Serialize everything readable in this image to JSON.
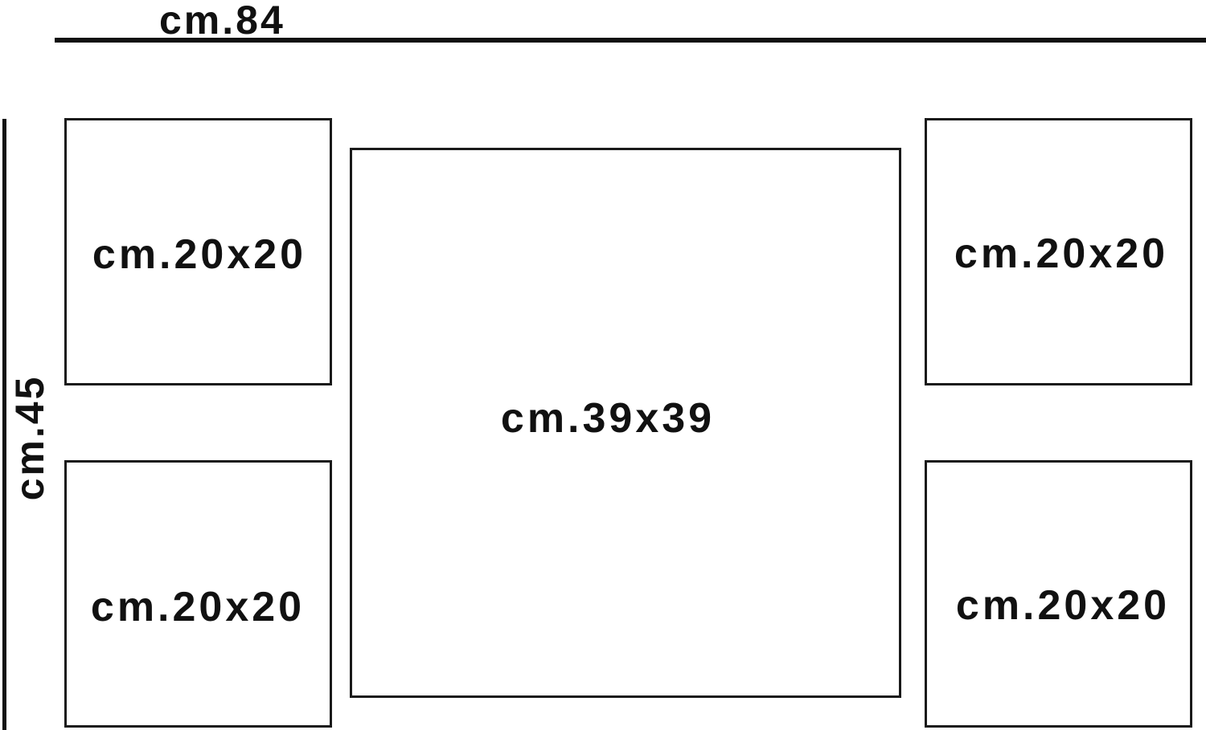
{
  "overall": {
    "width_label": "cm.84",
    "height_label": "cm.45"
  },
  "panels": [
    {
      "position": "top-left",
      "label": "cm.20x20"
    },
    {
      "position": "bottom-left",
      "label": "cm.20x20"
    },
    {
      "position": "center",
      "label": "cm.39x39"
    },
    {
      "position": "top-right",
      "label": "cm.20x20"
    },
    {
      "position": "bottom-right",
      "label": "cm.20x20"
    }
  ],
  "colors": {
    "line": "#111111",
    "background": "#ffffff"
  }
}
